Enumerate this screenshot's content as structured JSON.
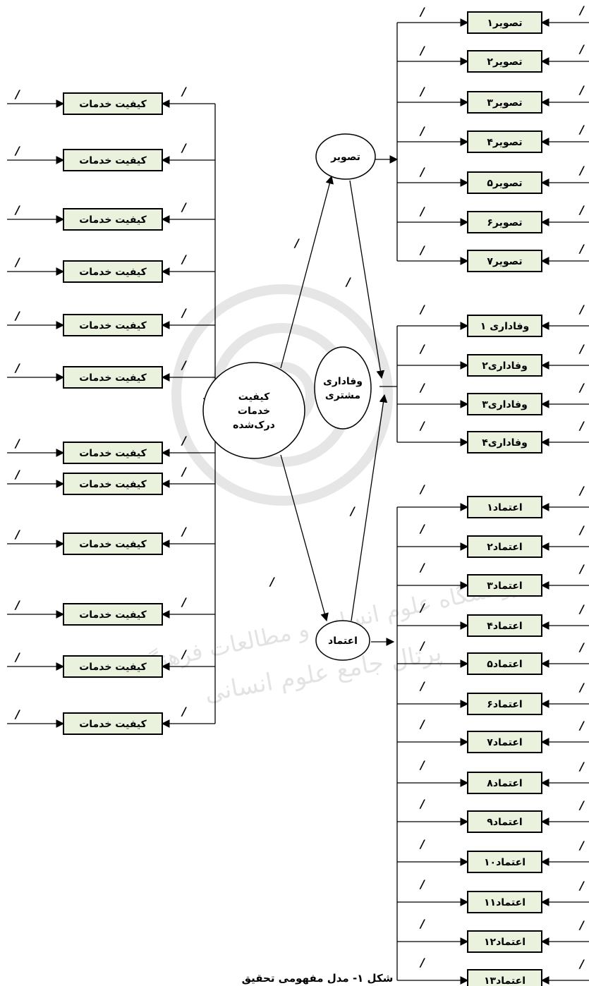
{
  "caption": "شکل ۱- مدل مفهومی تحقیق",
  "slash_mark": "/",
  "colors": {
    "box_fill": "#eaf1dd",
    "line": "#000000",
    "watermark": "#e6e6e6"
  },
  "latent": {
    "service": [
      "کیفیت",
      "خدمات",
      "درک‌شده"
    ],
    "image": "تصویر",
    "loyalty": [
      "وفاداری",
      "مشتری"
    ],
    "trust": "اعتماد"
  },
  "service_items": [
    "کیفیت خدمات",
    "کیفیت خدمات",
    "کیفیت خدمات",
    "کیفیت خدمات",
    "کیفیت خدمات",
    "کیفیت خدمات",
    "کیفیت خدمات",
    "کیفیت خدمات",
    "کیفیت خدمات",
    "کیفیت خدمات",
    "کیفیت خدمات",
    "کیفیت خدمات"
  ],
  "image_items": [
    "تصویر۱",
    "تصویر۲",
    "تصویر۳",
    "تصویر۴",
    "تصویر۵",
    "تصویر۶",
    "تصویر۷"
  ],
  "loyalty_items": [
    "وفاداری ۱",
    "وفاداری۲",
    "وفاداری۳",
    "وفاداری۴"
  ],
  "trust_items": [
    "اعتماد۱",
    "اعتماد۲",
    "اعتماد۳",
    "اعتماد۴",
    "اعتماد۵",
    "اعتماد۶",
    "اعتماد۷",
    "اعتماد۸",
    "اعتماد۹",
    "اعتماد۱۰",
    "اعتماد۱۱",
    "اعتماد۱۲",
    "اعتماد۱۳"
  ],
  "watermark_text": [
    "پژوهشگاه علوم انسانی و مطالعات فرهنگی",
    "پرتال جامع علوم انسانی"
  ]
}
